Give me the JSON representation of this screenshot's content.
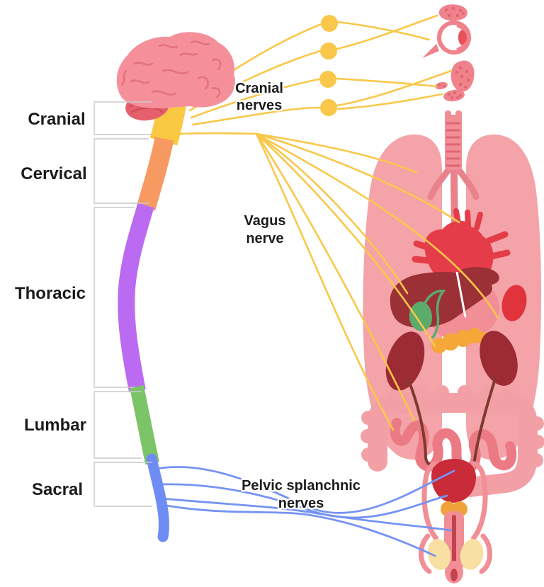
{
  "diagram": {
    "spine_sections": [
      {
        "label": "Cranial"
      },
      {
        "label": "Cervical"
      },
      {
        "label": "Thoracic"
      },
      {
        "label": "Lumbar"
      },
      {
        "label": "Sacral"
      }
    ],
    "annotations": {
      "cranial_nerves": {
        "line1": "Cranial",
        "line2": "nerves"
      },
      "vagus_nerve": {
        "line1": "Vagus",
        "line2": "nerve"
      },
      "pelvic_nerves": {
        "line1": "Pelvic splanchnic",
        "line2": "nerves"
      }
    },
    "ganglia_count": 4,
    "icons": [
      "brain",
      "cerebellum",
      "brainstem",
      "spinal-cord",
      "lacrimal-gland",
      "eye",
      "parotid-gland",
      "sublingual-gland",
      "submandibular-gland",
      "trachea",
      "lungs",
      "esophagus",
      "heart",
      "liver",
      "stomach",
      "spleen",
      "gallbladder",
      "pancreas",
      "kidneys",
      "colon",
      "small-intestine",
      "ureters",
      "bladder",
      "prostate",
      "penis",
      "testes"
    ]
  },
  "colors": {
    "label-text": "#1b1b1b",
    "bracket": "#c9c9c9",
    "nerve-yellow": "#f9c84a",
    "nerve-blue": "#7693f2",
    "segment-cranial": "#f9c943",
    "segment-cervical": "#f69a62",
    "segment-thoracic": "#bb6bf2",
    "segment-lumbar": "#7cc468",
    "segment-sacral": "#6e8cf4",
    "brain-pink": "#f5909a",
    "brain-line": "#e4717c",
    "cerebellum": "#e5606c",
    "cerebellum-line": "#d24b58",
    "gland-pink": "#f0828b",
    "gland-dot": "#de6672",
    "eye-red": "#e8505c",
    "lung-pink": "#f4a3a8",
    "organ-pink": "#f28e96",
    "duct-pink": "#e8828c",
    "heart-red": "#e43c49",
    "liver-dark": "#9b3037",
    "spleen-red": "#e0333c",
    "gallbladder-green": "#5cab6a",
    "pancreas-orange": "#f5a737",
    "kidney-dark": "#9c2b33",
    "colon-pink": "#f2a0a6",
    "intestine-pink": "#ec7a84",
    "ureter-dark": "#7e3a30",
    "bladder-red": "#c92b38",
    "prostate-orange": "#f0a23b",
    "penis-line": "#c2424e",
    "testis-cream": "#f8dfa2"
  }
}
